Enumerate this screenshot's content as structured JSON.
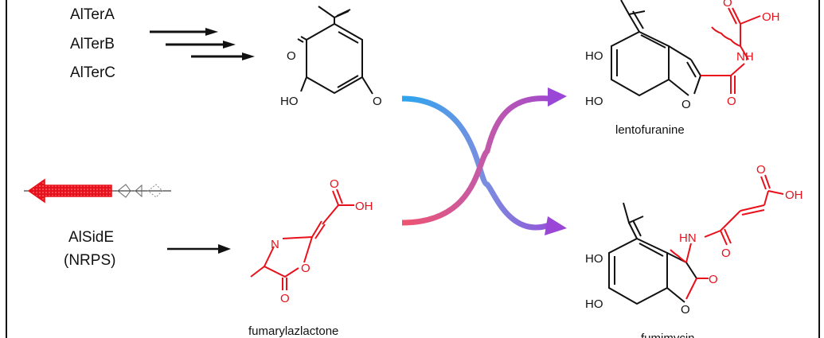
{
  "enzymes": {
    "ter": [
      "AlTerA",
      "AlTerB",
      "AlTerC"
    ],
    "side_name": "AlSidE",
    "side_type": "(NRPS)"
  },
  "compounds": {
    "fumarylazlactone": "fumarylazlactone",
    "lentofuranine": "lentofuranine",
    "fumimycin": "fumimycin"
  },
  "atoms": {
    "O": "O",
    "HO": "HO",
    "OH": "OH",
    "NH": "NH",
    "HN": "HN",
    "N": "N"
  },
  "colors": {
    "black": "#111111",
    "red": "#e8101a",
    "purple": "#8a3fd0",
    "blue": "#29a8e8",
    "pink": "#e8506a"
  }
}
